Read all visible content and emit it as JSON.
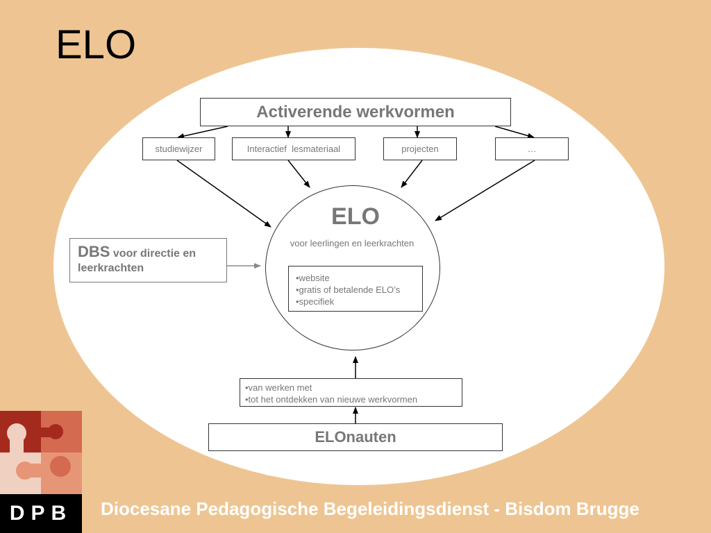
{
  "slide": {
    "title": "ELO"
  },
  "diagram": {
    "top_box": "Activerende werkvormen",
    "categories": [
      "studiewijzer",
      "Interactief  lesmateriaal",
      "projecten",
      "…"
    ],
    "center": {
      "title": "ELO",
      "subtitle": "voor leerlingen en leerkrachten",
      "items": [
        "•website",
        "•gratis of betalende ELO’s",
        "•specifiek"
      ]
    },
    "dbs": {
      "strong": "DBS",
      "rest": " voor directie  en leerkrachten"
    },
    "path": {
      "items": [
        "•van werken met",
        "•tot het ontdekken van nieuwe werkvormen"
      ]
    },
    "bottom_box": "ELOnauten"
  },
  "colors": {
    "background": "#eec592",
    "ellipse": "#ffffff",
    "box_text": "#777777",
    "logo_dark_red": "#a52a1e",
    "logo_salmon": "#d46a4f",
    "logo_light": "#f0d0c0"
  },
  "logo": {
    "letters": "DPB"
  },
  "footer": {
    "text": "Diocesane Pedagogische Begeleidingsdienst - Bisdom Brugge"
  }
}
